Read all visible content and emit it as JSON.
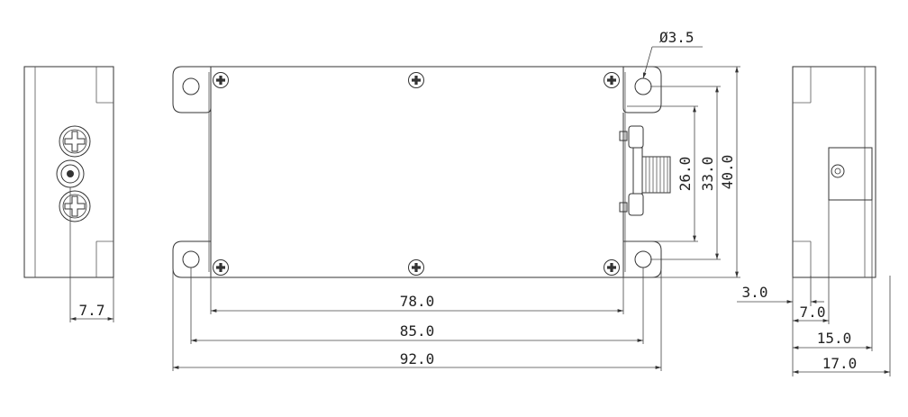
{
  "dimensions": {
    "hole_diameter": "Ø3.5",
    "side_offset": "7.7",
    "width_78": "78.0",
    "width_85": "85.0",
    "width_92": "92.0",
    "height_26": "26.0",
    "height_33": "33.0",
    "height_40": "40.0",
    "depth_3": "3.0",
    "depth_7": "7.0",
    "depth_15": "15.0",
    "depth_17": "17.0"
  }
}
